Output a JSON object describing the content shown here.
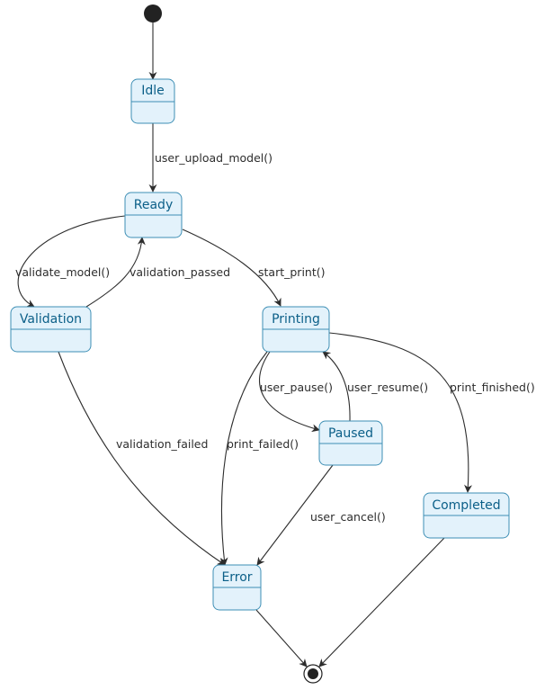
{
  "states": {
    "idle": "Idle",
    "ready": "Ready",
    "validation": "Validation",
    "printing": "Printing",
    "paused": "Paused",
    "completed": "Completed",
    "error": "Error"
  },
  "transitions": {
    "user_upload_model": "user_upload_model()",
    "validate_model": "validate_model()",
    "validation_passed": "validation_passed",
    "start_print": "start_print()",
    "user_pause": "user_pause()",
    "user_resume": "user_resume()",
    "print_finished": "print_finished()",
    "validation_failed": "validation_failed",
    "print_failed": "print_failed()",
    "user_cancel": "user_cancel()"
  }
}
